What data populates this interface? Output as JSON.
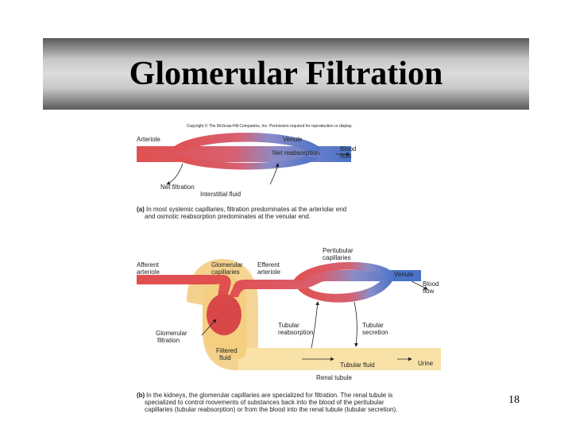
{
  "slide": {
    "title": "Glomerular Filtration",
    "page_number": "18"
  },
  "figure": {
    "copyright": "Copyright © The McGraw-Hill Companies, Inc. Permission required for reproduction or display.",
    "panel_a": {
      "arteriole": "Arteriole",
      "venule": "Venule",
      "blood_flow": [
        "Blood",
        "flow"
      ],
      "net_reabsorption": "Net reabsorption",
      "net_filtration": "Net filtration",
      "interstitial_fluid": "Interstitial fluid",
      "caption_bold": "(a)",
      "caption_lines": [
        "In most systemic capillaries, filtration predominates at the arteriolar end",
        "and osmotic reabsorption predominates at the venular end."
      ]
    },
    "panel_b": {
      "afferent": [
        "Afferent",
        "arteriole"
      ],
      "glomerular_capillaries": [
        "Glomerular",
        "capillaries"
      ],
      "efferent": [
        "Efferent",
        "arteriole"
      ],
      "peritubular": [
        "Peritubular",
        "capillaries"
      ],
      "venule": "Venule",
      "blood_flow": [
        "Blood",
        "flow"
      ],
      "glomerular_filtration": [
        "Glomerular",
        "filtration"
      ],
      "filtered_fluid": [
        "Filtered",
        "fluid"
      ],
      "tubular_reabsorption": [
        "Tubular",
        "reabsorption"
      ],
      "tubular_secretion": [
        "Tubular",
        "secretion"
      ],
      "tubular_fluid": "Tubular fluid",
      "urine": "Urine",
      "renal_tubule": "Renal tubule",
      "caption_bold": "(b)",
      "caption_lines": [
        "In the kidneys, the glomerular capillaries are specialized for filtration. The renal tubule is",
        "specialized to control movements of substances back into the blood of the peritubular",
        "capillaries (tubular reabsorption) or from the blood into the renal tubule (tubular secretion)."
      ]
    }
  }
}
